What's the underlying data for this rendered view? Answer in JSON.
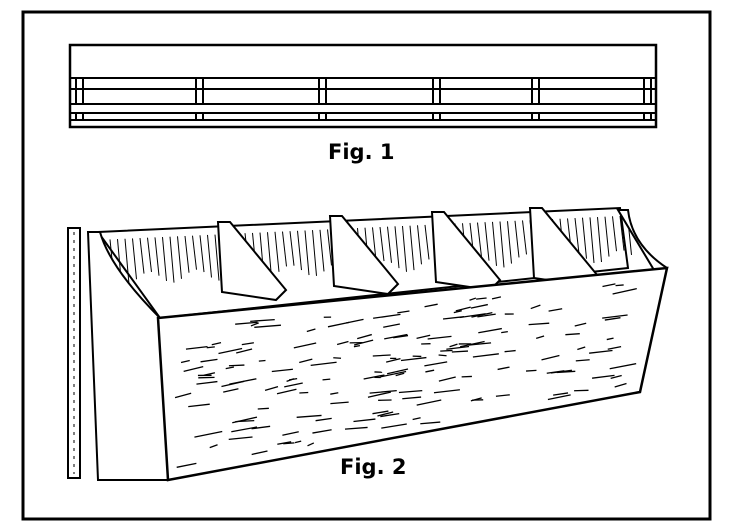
{
  "figures": [
    {
      "caption": "Fig. 1",
      "subject": "top-view",
      "compartments": 5
    },
    {
      "caption": "Fig. 2",
      "subject": "perspective-view",
      "compartments": 5
    }
  ],
  "colors": {
    "ink": "#000000",
    "paper": "#ffffff"
  }
}
